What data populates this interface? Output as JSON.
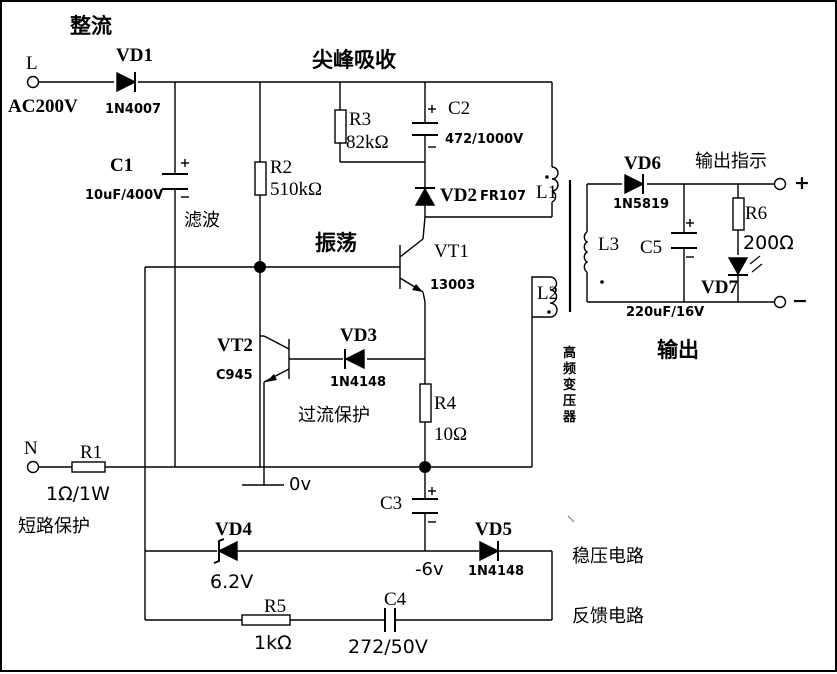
{
  "labels": {
    "rectify": "整流",
    "L": "L",
    "ac": "AC200V",
    "vd1": "VD1",
    "in4007": "1N4007",
    "spike": "尖峰吸收",
    "r3": "R3",
    "r3v": "82kΩ",
    "c2": "C2",
    "c2v": "472/1000V",
    "c1": "C1",
    "c1v": "10uF/400V",
    "filter": "滤波",
    "r2": "R2",
    "r2v": "510kΩ",
    "vd2": "VD2",
    "fr107": "FR107",
    "l1": "L1",
    "osc": "振荡",
    "vt1": "VT1",
    "v13003": "13003",
    "vt2": "VT2",
    "c945": "C945",
    "vd3": "VD3",
    "vd3v": "1N4148",
    "ocp": "过流保护",
    "r4": "R4",
    "r4v": "10Ω",
    "l2": "L2",
    "xfmr": "高频变压器",
    "N": "N",
    "r1": "R1",
    "r1v": "1Ω/1W",
    "scp": "短路保护",
    "zero": "0v",
    "c3": "C3",
    "vd4": "VD4",
    "vd4v": "6.2V",
    "neg6": "-6v",
    "vd5": "VD5",
    "vd5v": "1N4148",
    "reg": "稳压电路",
    "r5": "R5",
    "r5v": "1kΩ",
    "c4": "C4",
    "c4v": "272/50V",
    "fb": "反馈电路",
    "vd6": "VD6",
    "vd6v": "1N5819",
    "outind": "输出指示",
    "plus": "+",
    "l3": "L3",
    "c5": "C5",
    "c5v": "220uF/16V",
    "r6": "R6",
    "r6v": "200Ω",
    "vd7": "VD7",
    "minus": "−",
    "output": "输出"
  }
}
